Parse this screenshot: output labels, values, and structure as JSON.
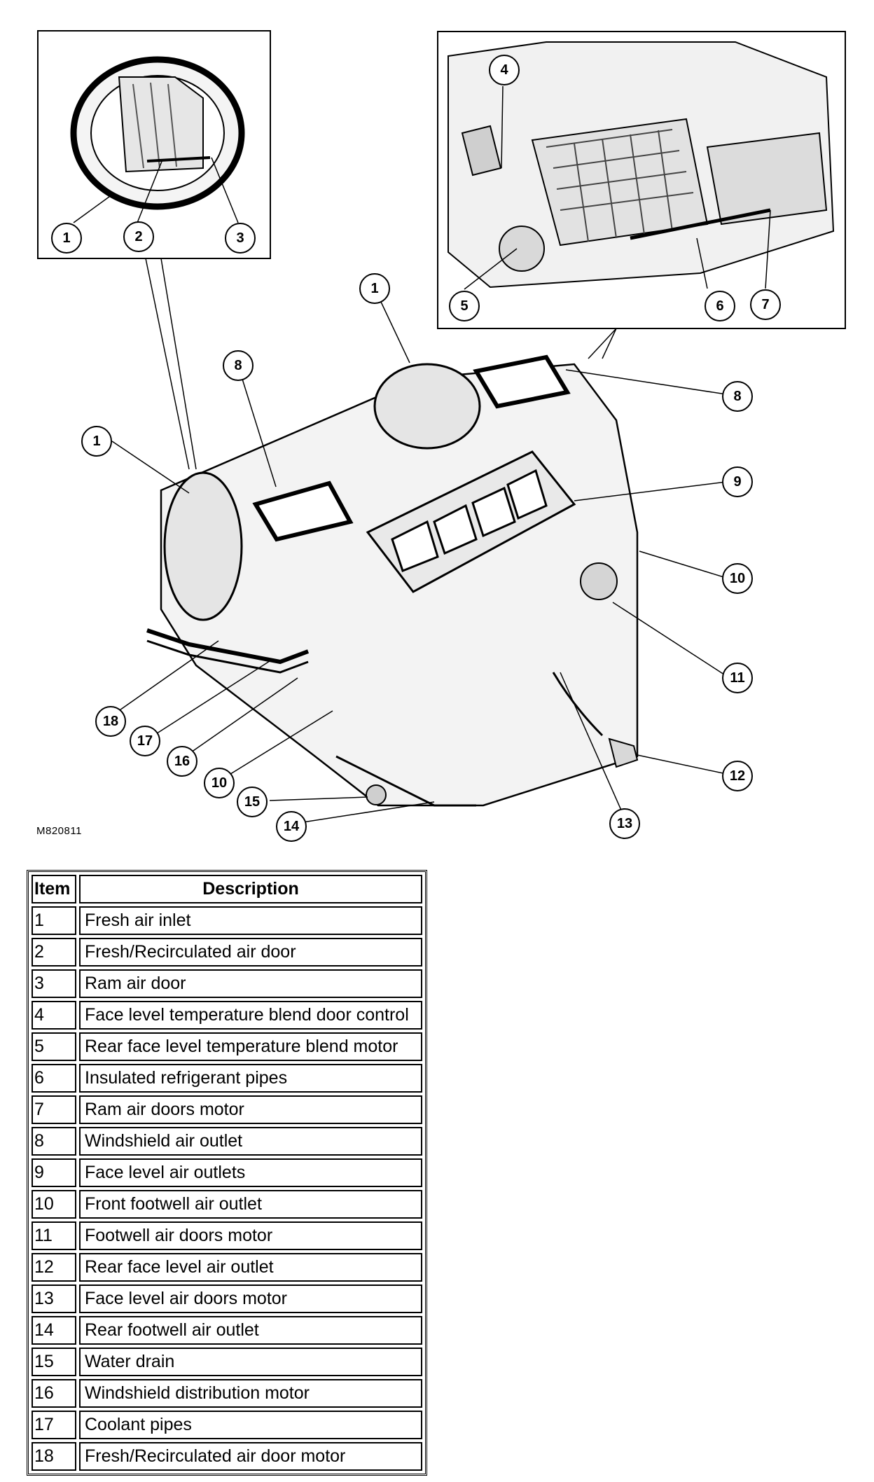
{
  "figure_code": "M820811",
  "callouts": [
    "1",
    "2",
    "3",
    "4",
    "5",
    "6",
    "7",
    "8",
    "9",
    "10",
    "11",
    "12",
    "13",
    "14",
    "15",
    "16",
    "17",
    "18"
  ],
  "legend": {
    "header_item": "Item",
    "header_description": "Description",
    "rows": [
      {
        "item": "1",
        "description": "Fresh air inlet"
      },
      {
        "item": "2",
        "description": "Fresh/Recirculated air door"
      },
      {
        "item": "3",
        "description": "Ram air door"
      },
      {
        "item": "4",
        "description": "Face level temperature blend door control"
      },
      {
        "item": "5",
        "description": "Rear face level temperature blend motor"
      },
      {
        "item": "6",
        "description": "Insulated refrigerant pipes"
      },
      {
        "item": "7",
        "description": "Ram air doors motor"
      },
      {
        "item": "8",
        "description": "Windshield air outlet"
      },
      {
        "item": "9",
        "description": "Face level air outlets"
      },
      {
        "item": "10",
        "description": "Front footwell air outlet"
      },
      {
        "item": "11",
        "description": "Footwell air doors motor"
      },
      {
        "item": "12",
        "description": "Rear face level air outlet"
      },
      {
        "item": "13",
        "description": "Face level air doors motor"
      },
      {
        "item": "14",
        "description": "Rear footwell air outlet"
      },
      {
        "item": "15",
        "description": "Water drain"
      },
      {
        "item": "16",
        "description": "Windshield distribution motor"
      },
      {
        "item": "17",
        "description": "Coolant pipes"
      },
      {
        "item": "18",
        "description": "Fresh/Recirculated air door motor"
      }
    ]
  }
}
